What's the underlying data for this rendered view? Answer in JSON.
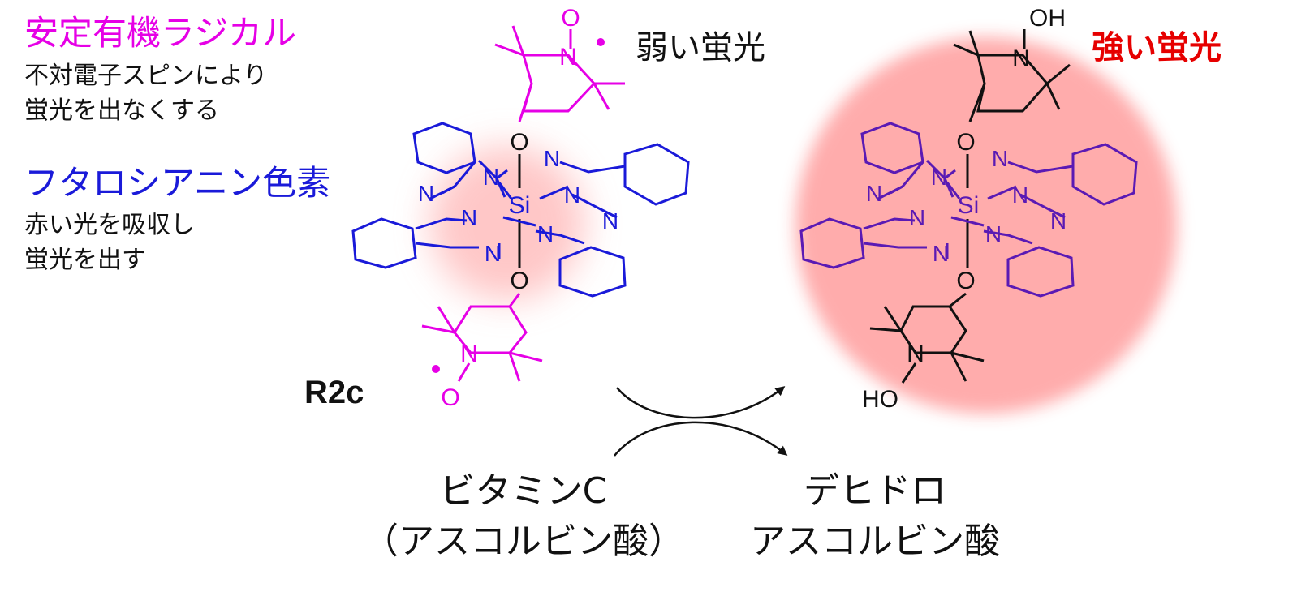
{
  "legend": {
    "radical_title": "安定有機ラジカル",
    "radical_desc_1": "不対電子スピンにより",
    "radical_desc_2": "蛍光を出なくする",
    "dye_title": "フタロシアニン色素",
    "dye_desc_1": "赤い光を吸収し",
    "dye_desc_2": "蛍光を出す"
  },
  "left_molecule": {
    "name": "R2c",
    "fluorescence": "弱い蛍光",
    "atoms": {
      "O_top": "O",
      "N_top": "N",
      "O_mid_top": "O",
      "Si": "Si",
      "O_mid_bottom": "O",
      "N_bottom": "N",
      "O_bottom": "O",
      "N": "N"
    }
  },
  "right_molecule": {
    "fluorescence": "強い蛍光",
    "atoms": {
      "OH_top": "OH",
      "N_top": "N",
      "O_mid_top": "O",
      "Si": "Si",
      "O_mid_bottom": "O",
      "N_bottom": "N",
      "HO_bottom": "HO",
      "N": "N"
    }
  },
  "reaction": {
    "reagent_line1": "ビタミンC",
    "reagent_line2": "（アスコルビン酸）",
    "product_line1": "デヒドロ",
    "product_line2": "アスコルビン酸"
  },
  "colors": {
    "radical": "#e600e6",
    "dye": "#1a1ad9",
    "dye_right": "#5a1ab4",
    "strong": "#e60000",
    "glow": "#ff9a9a",
    "black": "#111111"
  }
}
